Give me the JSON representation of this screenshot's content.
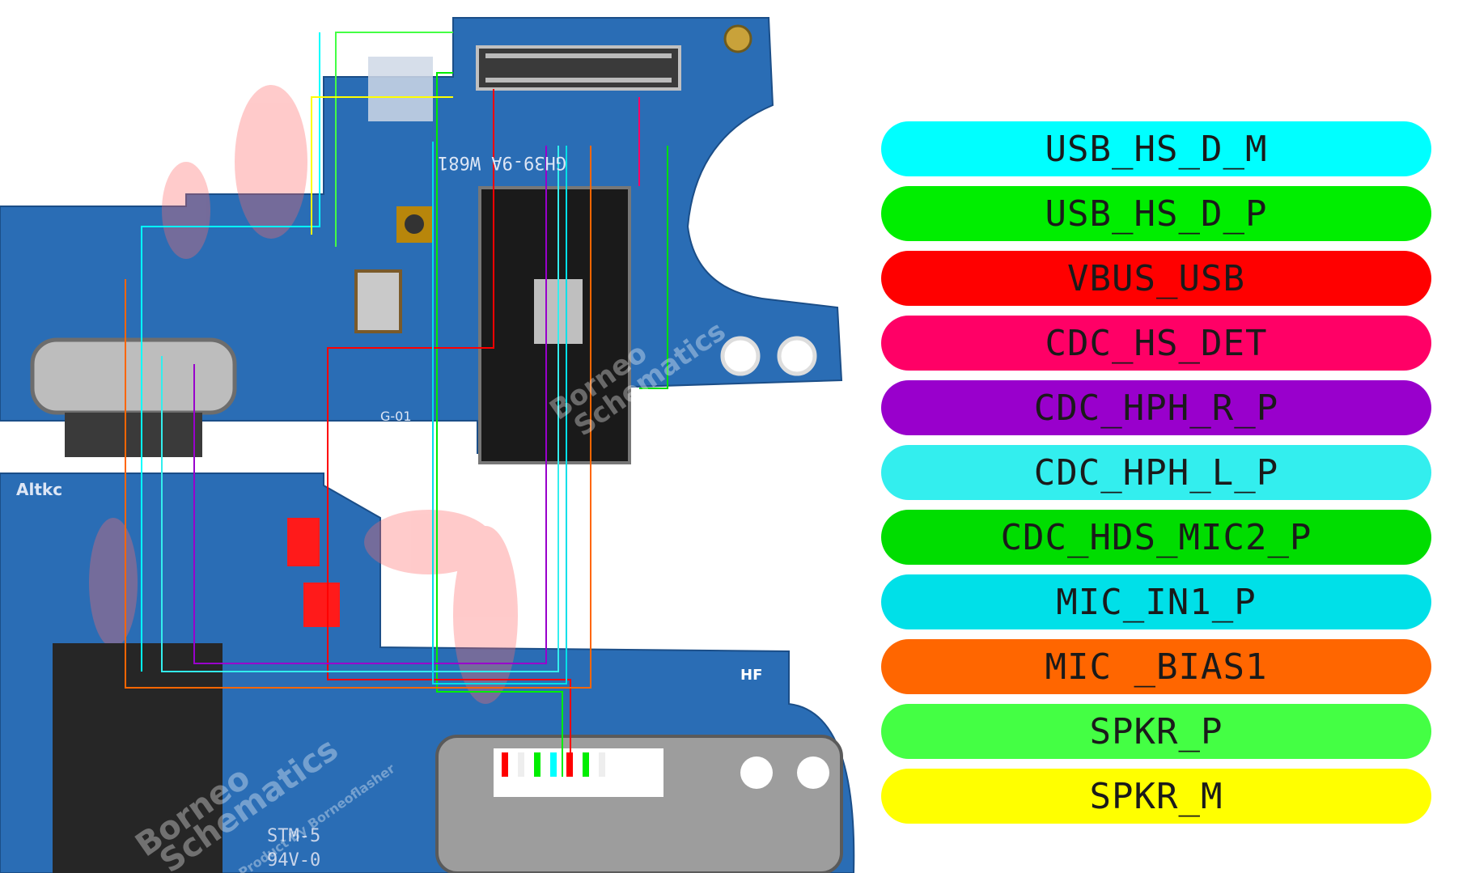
{
  "legend": [
    {
      "label": "USB_HS_D_M",
      "color": "#00ffff"
    },
    {
      "label": "USB_HS_D_P",
      "color": "#00ee00"
    },
    {
      "label": "VBUS_USB",
      "color": "#ff0000"
    },
    {
      "label": "CDC_HS_DET",
      "color": "#ff0066"
    },
    {
      "label": "CDC_HPH_R_P",
      "color": "#9900cc"
    },
    {
      "label": "CDC_HPH_L_P",
      "color": "#33eeee"
    },
    {
      "label": "CDC_HDS_MIC2_P",
      "color": "#00dd00"
    },
    {
      "label": "MIC_IN1_P",
      "color": "#00e0e8"
    },
    {
      "label": "MIC _BIAS1",
      "color": "#ff6600"
    },
    {
      "label": "SPKR_P",
      "color": "#44ff44"
    },
    {
      "label": "SPKR_M",
      "color": "#ffff00"
    }
  ],
  "board": {
    "top_code": "GH39-9A W681",
    "silk_g01": "G-01",
    "silk_hf": "HF",
    "silk_altkc": "Altkc",
    "silk_stm": "STM-5",
    "silk_94v": "94V-0",
    "watermark_1": "Borneo",
    "watermark_2": "Schematics",
    "watermark_sub": "Product By Borneoflasher"
  }
}
